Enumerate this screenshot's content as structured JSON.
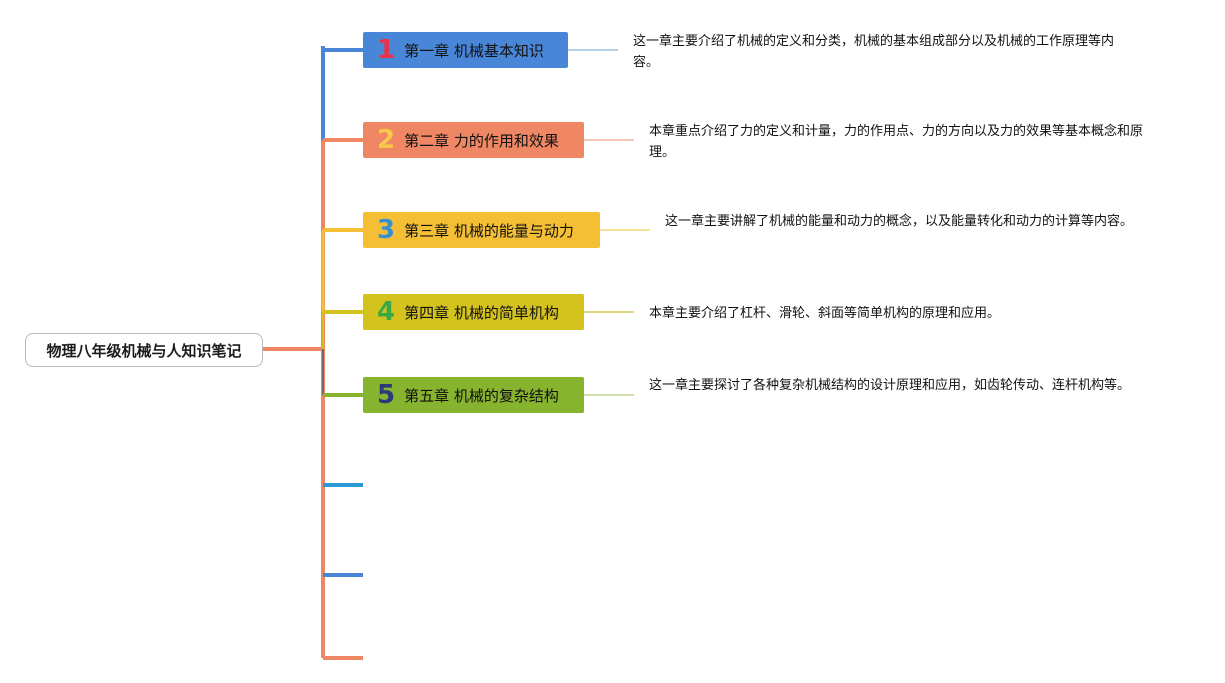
{
  "root": {
    "title": "物理八年级机械与人知识笔记"
  },
  "chapters": [
    {
      "number": "1",
      "title": "第一章 机械基本知识",
      "color": "#4a86d8",
      "number_color": "#e8324a",
      "line_color": "#9cc4e8",
      "description": "这一章主要介绍了机械的定义和分类，机械的基本组成部分以及机械的工作原理等内容。"
    },
    {
      "number": "2",
      "title": "第二章 力的作用和效果",
      "color": "#f08764",
      "number_color": "#f7c84a",
      "line_color": "#f1b3a2",
      "description": "本章重点介绍了力的定义和计量，力的作用点、力的方向以及力的效果等基本概念和原理。"
    },
    {
      "number": "3",
      "title": "第三章 机械的能量与动力",
      "color": "#f5bf35",
      "number_color": "#3a8fd0",
      "line_color": "#f5d97a",
      "description": "这一章主要讲解了机械的能量和动力的概念，以及能量转化和动力的计算等内容。"
    },
    {
      "number": "4",
      "title": "第四章 机械的简单机构",
      "color": "#d4c31e",
      "number_color": "#3aa845",
      "line_color": "#d9cc5e",
      "description": "本章主要介绍了杠杆、滑轮、斜面等简单机构的原理和应用。"
    },
    {
      "number": "5",
      "title": "第五章 机械的复杂结构",
      "color": "#86b42e",
      "number_color": "#2b3a78",
      "line_color": "#c2da98",
      "description": "这一章主要探讨了各种复杂机械结构的设计原理和应用，如齿轮传动、连杆机构等。"
    }
  ],
  "empty_branches": [
    {
      "color": "#2a9ad6"
    },
    {
      "color": "#4a86d8"
    },
    {
      "color": "#f08764"
    }
  ]
}
